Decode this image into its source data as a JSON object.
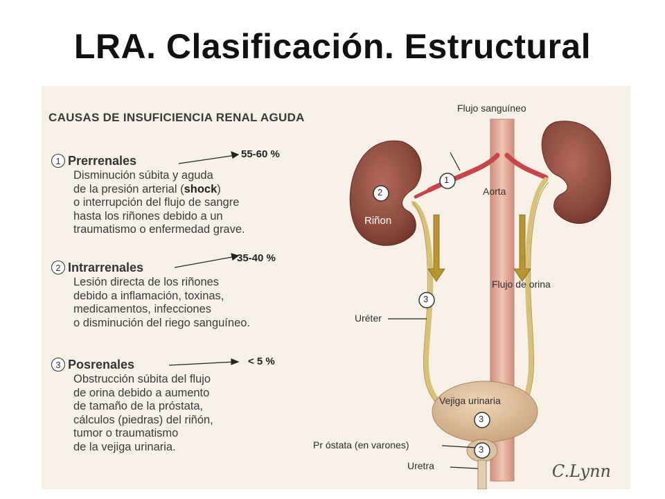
{
  "slide": {
    "title": "LRA. Clasificación. Estructural"
  },
  "figure": {
    "heading": "CAUSAS DE INSUFICIENCIA RENAL AGUDA",
    "causes": [
      {
        "number": "1",
        "name": "Prerrenales",
        "percent": "55-60 %",
        "description_pre": "Disminución súbita y aguda\nde la presión arterial (",
        "description_bold": "shock",
        "description_post": ")\no interrupción del flujo de sangre\nhasta los riñones debido a un\ntraumatismo o enfermedad grave."
      },
      {
        "number": "2",
        "name": "Intrarrenales",
        "percent": "35-40 %",
        "description": "Lesión directa de los riñones\ndebido a inflamación, toxinas,\nmedicamentos, infecciones\no disminución del riego sanguíneo."
      },
      {
        "number": "3",
        "name": "Posrenales",
        "percent": "< 5 %",
        "description": "Obstrucción súbita del flujo\nde orina debido a aumento\nde tamaño de la próstata,\ncálculos (piedras) del riñón,\ntumor o traumatismo\nde la vejiga urinaria."
      }
    ],
    "anatomy_labels": {
      "blood_flow": "Flujo sanguíneo",
      "aorta": "Aorta",
      "kidney": "Riñon",
      "urine_flow": "Flujo de orina",
      "ureter": "Uréter",
      "bladder": "Vejiga urinaria",
      "prostate": "Pr óstata (en varones)",
      "urethra": "Uretra"
    },
    "markers": {
      "marker_1": "1",
      "marker_2": "2",
      "marker_3": "3"
    },
    "signature": "C.Lynn",
    "colors": {
      "background": "#f7f0e6",
      "kidney": "#8e4a3f",
      "aorta": "#e3a995",
      "artery": "#c8464a",
      "ureter": "#d8bf7a",
      "bladder": "#d7b995",
      "arrow": "#b8962e"
    }
  }
}
